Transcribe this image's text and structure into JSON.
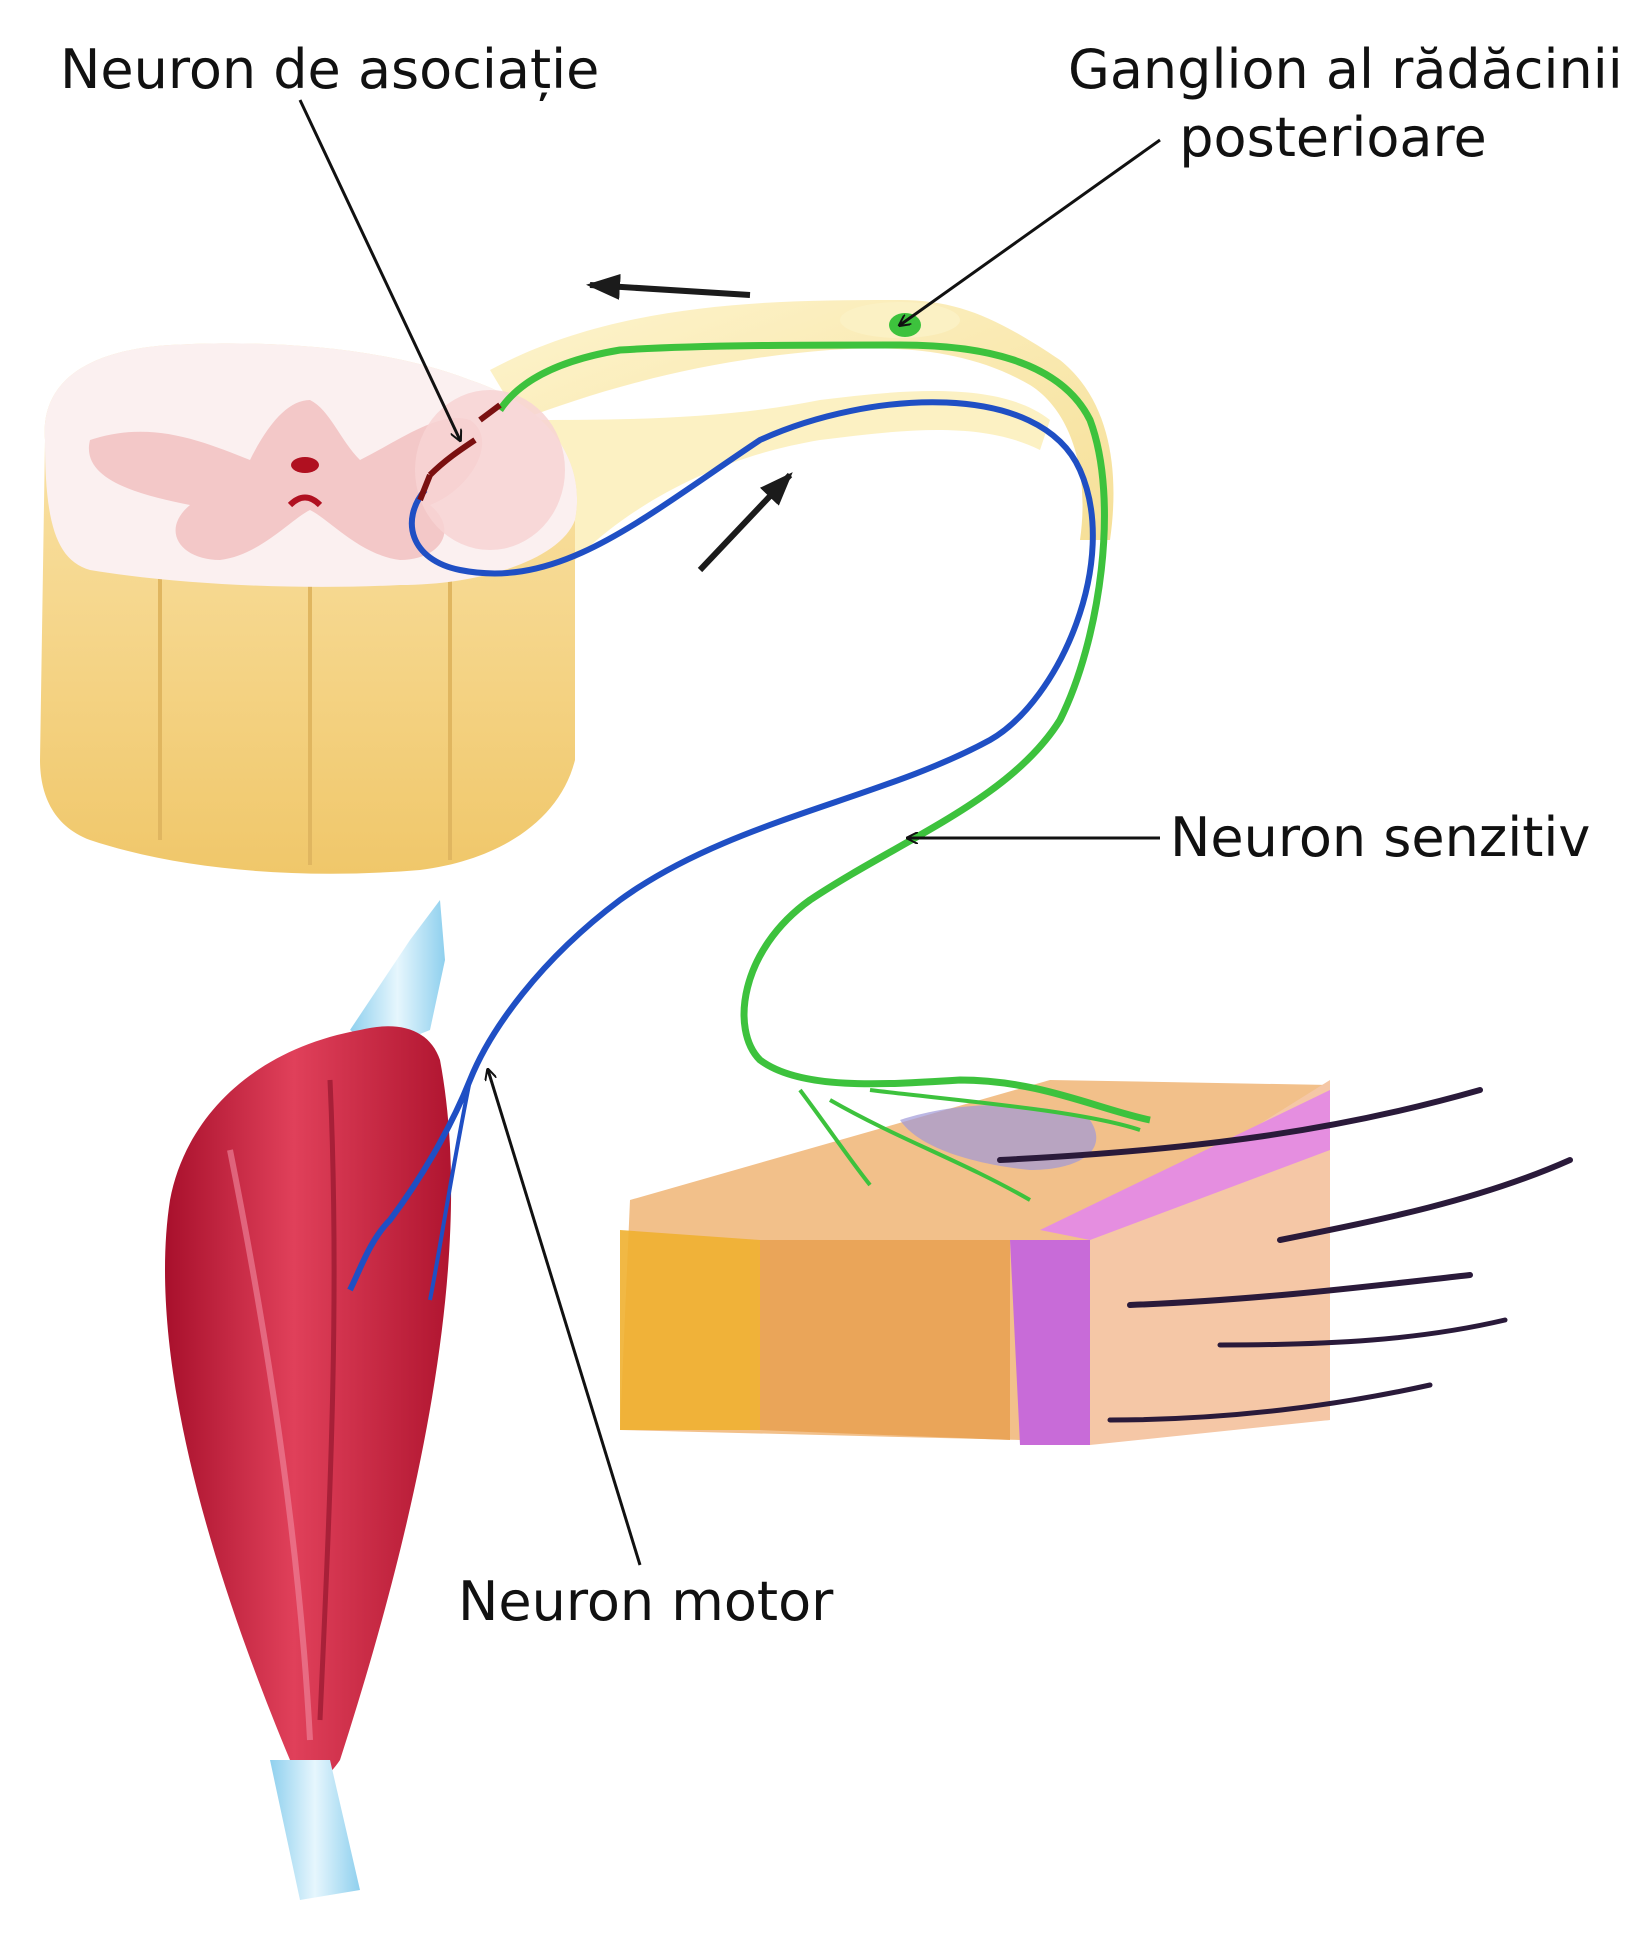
{
  "labels": {
    "association_neuron": "Neuron de asociație",
    "ganglion_line1": "Ganglion al rădăcinii",
    "ganglion_line2": "posterioare",
    "sensory_neuron": "Neuron senzitiv",
    "motor_neuron": "Neuron motor"
  },
  "colors": {
    "sensory_neuron": "#3dc23d",
    "motor_neuron": "#1f4fc4",
    "spinal_cord_outer": "#f6d98e",
    "grey_matter": "#f3c8c8",
    "muscle": "#c8203c",
    "tendon": "#a9dcf2",
    "skin_epidermis": "#e58ee0",
    "skin_dermis": "#f2c08a",
    "hair": "#2a1a3a"
  }
}
